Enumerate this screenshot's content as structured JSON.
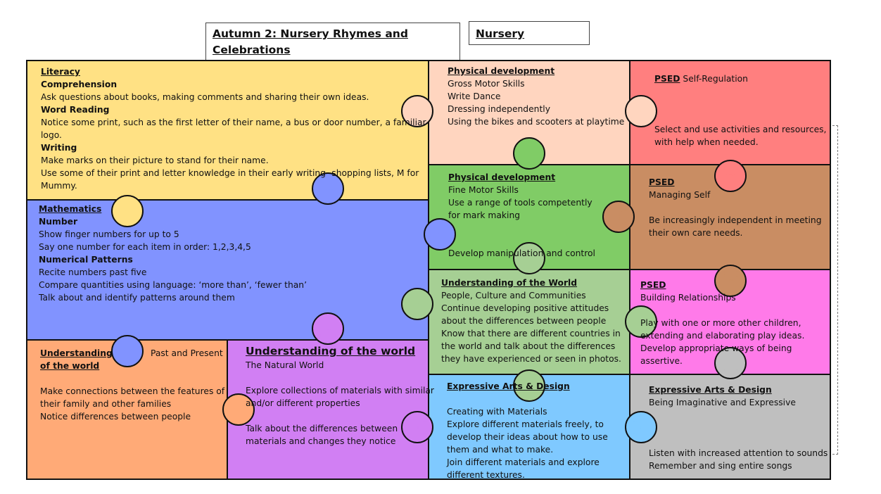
{
  "header": {
    "title": "Autumn 2: Nursery Rhymes and Celebrations",
    "year": "Nursery"
  },
  "colors": {
    "literacy": "#FFE184",
    "maths": "#8193FF",
    "physical_gross": "#FFD5BF",
    "psed_regulation": "#FF7F7F",
    "physical_fine": "#80CC66",
    "psed_self": "#C98D63",
    "uw_people": "#A6CF94",
    "psed_relationships": "#FF7AE9",
    "uw_past": "#FFAA77",
    "uw_natural": "#D17FF3",
    "arts_materials": "#7FC9FF",
    "arts_imaginative": "#BFBFBF",
    "outline": "#111111"
  },
  "literacy": {
    "heading": "Literacy",
    "sub1": "Comprehension",
    "l1": "Ask questions about books, making comments and sharing their own ideas.",
    "sub2": "Word Reading",
    "l2": "Notice some print, such as the first letter of their name, a bus or door number, a familiar",
    "l3": "logo.",
    "sub3": "Writing",
    "l4": "Make marks on their picture to stand for their name.",
    "l5": "Use some of their print and letter knowledge in their early writing- shopping lists, M for",
    "l6": "Mummy."
  },
  "maths": {
    "heading": "Mathematics",
    "sub1": "Number",
    "l1": "Show finger numbers for up to 5",
    "l2": "Say one number for each item in order: 1,2,3,4,5",
    "sub2": "Numerical Patterns",
    "l3": "Recite numbers past five",
    "l4": "Compare quantities using language: ‘more than’, ‘fewer than’",
    "l5": "Talk about and identify patterns around them"
  },
  "physical_gross": {
    "heading": "Physical development",
    "l1": "Gross Motor Skills",
    "l2": "Write Dance",
    "l3": "Dressing independently",
    "l4": "Using the bikes and scooters at playtime"
  },
  "psed_regulation": {
    "heading": "PSED",
    "title": "Self-Regulation",
    "l1": "Select and use activities and resources,",
    "l2": "with help when needed."
  },
  "physical_fine": {
    "heading": "Physical development",
    "l1": "Fine Motor Skills",
    "l2": "Use a range of tools competently",
    "l3": "for mark making",
    "l4": "Develop manipulation and control"
  },
  "psed_self": {
    "heading": "PSED",
    "l1": "Managing Self",
    "l2": "Be increasingly independent in meeting",
    "l3": "their own care needs."
  },
  "uw_people": {
    "heading": "Understanding of the World",
    "l1": "People, Culture and Communities",
    "l2": "Continue developing positive attitudes",
    "l3": "about the differences between people",
    "l4": "Know that there are different countries in",
    "l5": "the world and talk about the differences",
    "l6": "they have experienced or seen in photos."
  },
  "psed_relationships": {
    "heading": "PSED",
    "l1": "Building Relationships",
    "l2": "Play with one or more other children,",
    "l3": "extending and elaborating play ideas.",
    "l4": "Develop appropriate ways of being",
    "l5": "assertive."
  },
  "uw_past": {
    "heading1": "Understanding",
    "heading2": "of the world",
    "side": "Past and Present",
    "l1": "Make connections between the features of",
    "l2": "their family and other families",
    "l3": "Notice differences between people"
  },
  "uw_natural": {
    "heading": "Understanding of the world",
    "l1": "The Natural World",
    "l2": "Explore collections of materials with similar",
    "l3": "and/or different properties",
    "l4": "Talk about the differences between",
    "l5": "materials and changes they notice"
  },
  "arts_materials": {
    "heading": "Expressive Arts & Design",
    "l1": "Creating with Materials",
    "l2": "Explore different materials freely, to",
    "l3": "develop their ideas about how to use",
    "l4": "them and what to make.",
    "l5": "Join different materials and explore",
    "l6": "different textures."
  },
  "arts_imaginative": {
    "heading": "Expressive Arts & Design",
    "l1": "Being Imaginative and Expressive",
    "l2": "Listen with increased attention to sounds",
    "l3": "Remember and sing entire songs"
  }
}
